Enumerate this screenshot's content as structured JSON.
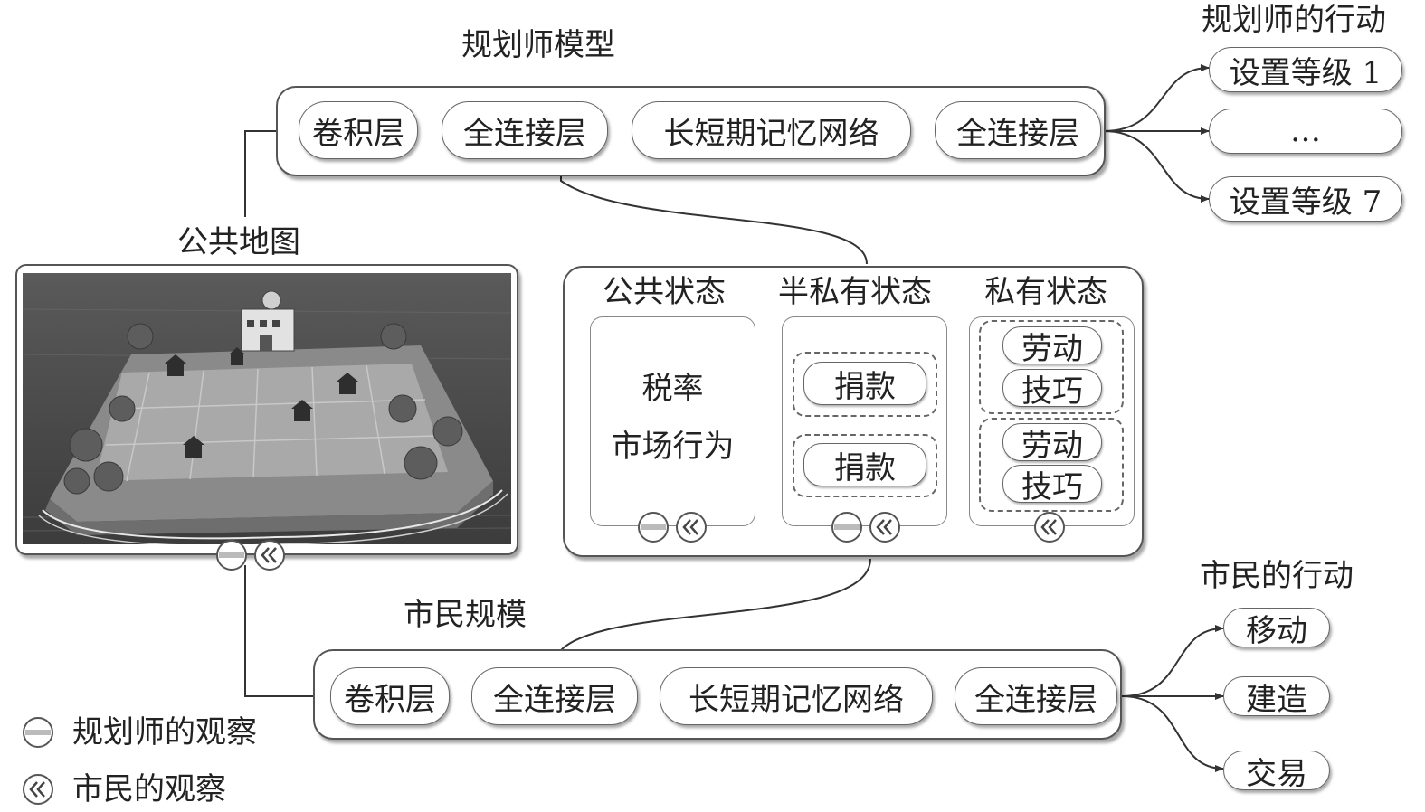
{
  "planner": {
    "title": "规划师模型",
    "layers": [
      "卷积层",
      "全连接层",
      "长短期记忆网络",
      "全连接层"
    ],
    "actions_title": "规划师的行动",
    "actions": [
      "设置等级 1",
      "…",
      "设置等级 7"
    ]
  },
  "citizen": {
    "title": "市民规模",
    "layers": [
      "卷积层",
      "全连接层",
      "长短期记忆网络",
      "全连接层"
    ],
    "actions_title": "市民的行动",
    "actions": [
      "移动",
      "建造",
      "交易"
    ]
  },
  "map": {
    "title": "公共地图"
  },
  "states": {
    "public": {
      "title": "公共状态",
      "items": [
        "税率",
        "市场行为"
      ]
    },
    "semi_private": {
      "title": "半私有状态",
      "items": [
        "捐款",
        "捐款"
      ]
    },
    "private": {
      "title": "私有状态",
      "groups": [
        [
          "劳动",
          "技巧"
        ],
        [
          "劳动",
          "技巧"
        ]
      ]
    }
  },
  "legend": {
    "planner_obs": "规划师的观察",
    "citizen_obs": "市民的观察"
  },
  "icons": {
    "planner_obs": "minus-circle-icon",
    "citizen_obs": "double-chevron-left-circle-icon"
  },
  "colors": {
    "stroke": "#555555",
    "text": "#222222"
  }
}
